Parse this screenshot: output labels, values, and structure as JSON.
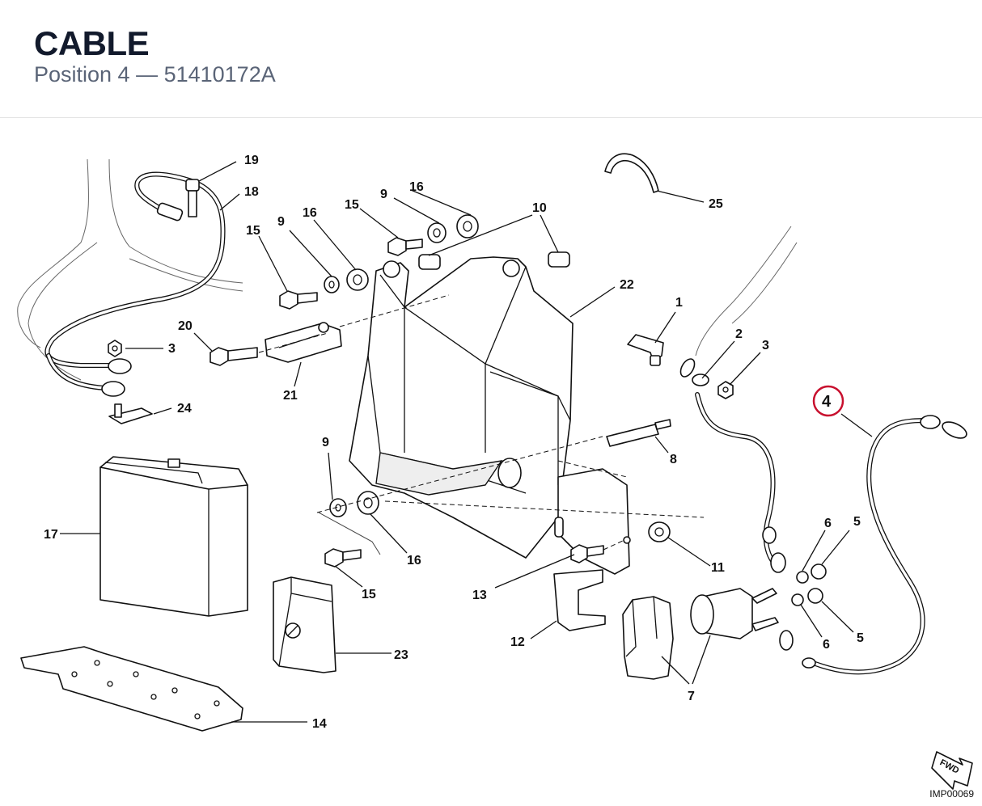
{
  "header": {
    "title": "CABLE",
    "subtitle": "Position 4 — 51410172A"
  },
  "highlight": {
    "callout": "4",
    "color": "#c8102e"
  },
  "callouts": {
    "c19": "19",
    "c18": "18",
    "c16a": "16",
    "c9a": "9",
    "c15a": "15",
    "c10": "10",
    "c25": "25",
    "c15b": "15",
    "c9b": "9",
    "c16b": "16",
    "c22": "22",
    "c20": "20",
    "c3a": "3",
    "c21": "21",
    "c24": "24",
    "c1": "1",
    "c2": "2",
    "c3b": "3",
    "c8": "8",
    "c9c": "9",
    "c17": "17",
    "c16c": "16",
    "c15c": "15",
    "c6a": "6",
    "c5a": "5",
    "c11": "11",
    "c13": "13",
    "c23": "23",
    "c12": "12",
    "c6b": "6",
    "c5b": "5",
    "c7": "7",
    "c14": "14"
  },
  "fwd_label": "FWD",
  "figure_id": "IMP00069"
}
